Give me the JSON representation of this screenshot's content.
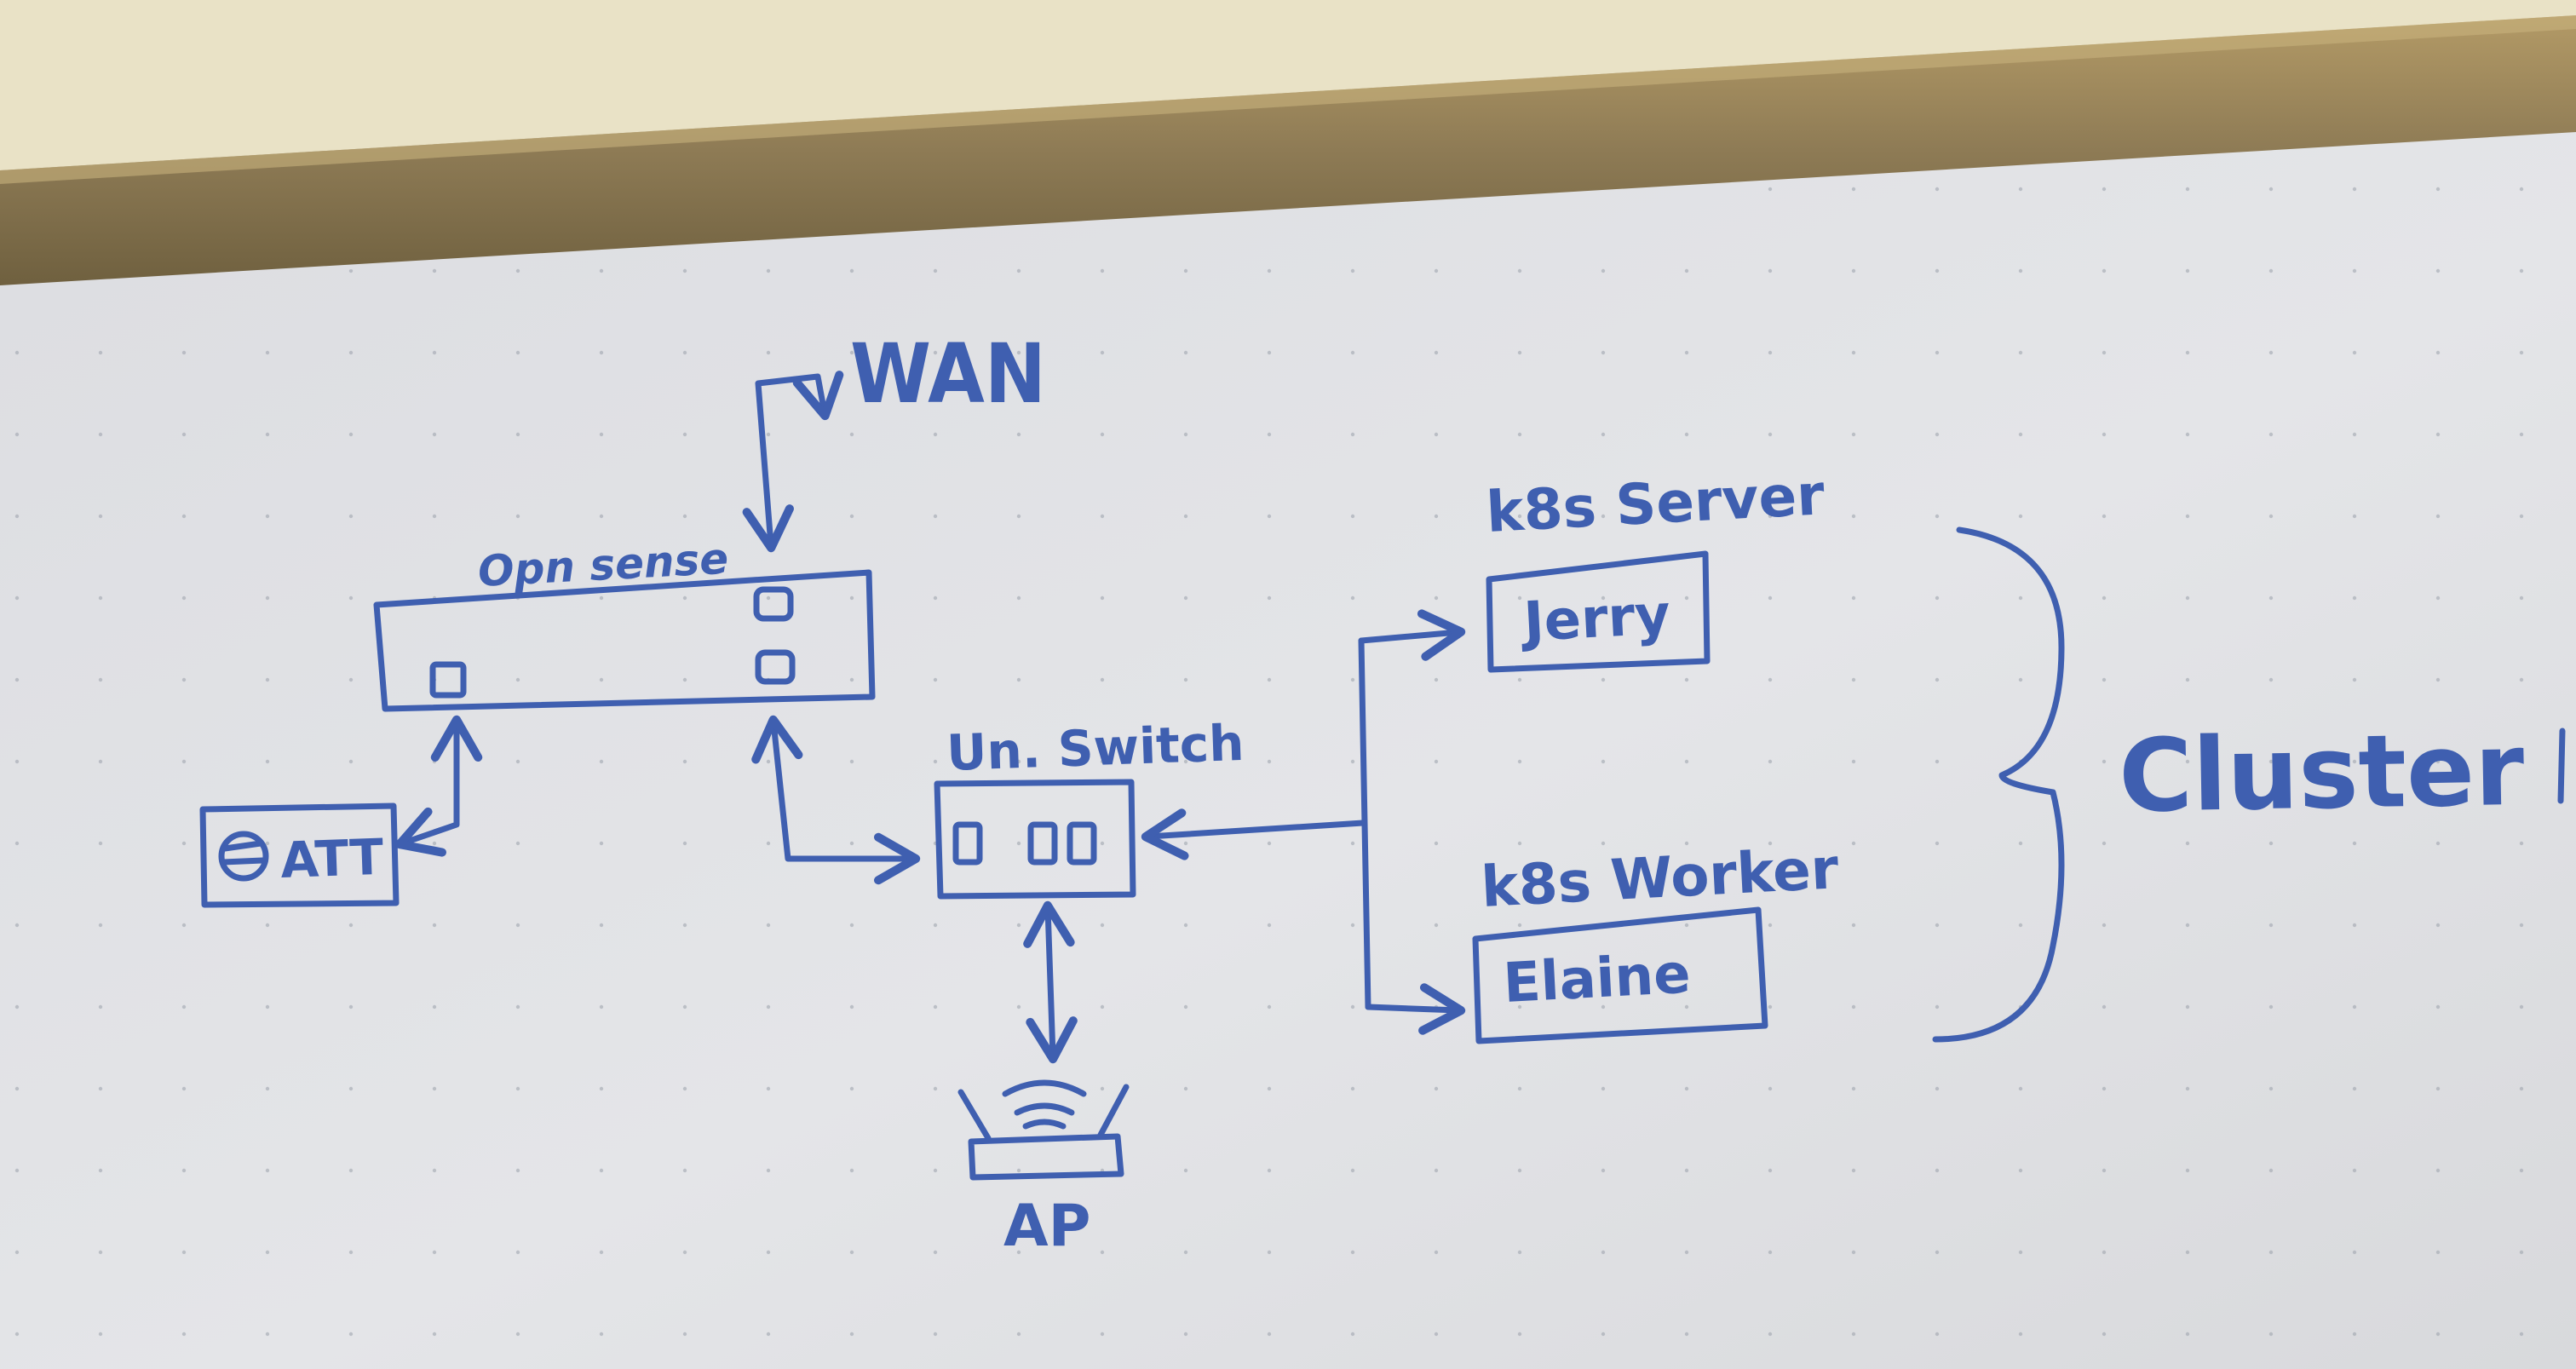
{
  "colors": {
    "wall": "#e9e2c6",
    "frame": "#9a8458",
    "board": "#dedfe3",
    "ink": "#3f5fb0"
  },
  "labels": {
    "wan": "WAN",
    "opnsense": "Opn sense",
    "att": "ATT",
    "switch": "Un. Switch",
    "ap": "AP",
    "k8s_server": "k8s Server",
    "jerry": "Jerry",
    "k8s_worker": "k8s Worker",
    "elaine": "Elaine",
    "cluster": "Cluster"
  }
}
